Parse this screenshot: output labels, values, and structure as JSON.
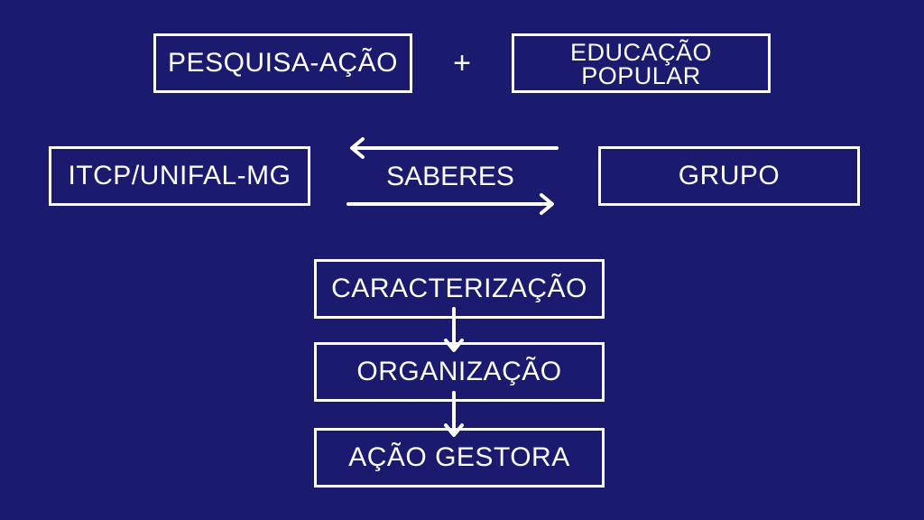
{
  "top_row": {
    "left_box": "PESQUISA-AÇÃO",
    "plus": "+",
    "right_box_line1": "EDUCAÇÃO",
    "right_box_line2": "POPULAR"
  },
  "middle_row": {
    "left_box": "ITCP/UNIFAL-MG",
    "center_label": "SABERES",
    "right_box": "GRUPO"
  },
  "flow": {
    "step1": "CARACTERIZAÇÃO",
    "step2": "ORGANIZAÇÃO",
    "step3": "AÇÃO GESTORA"
  },
  "colors": {
    "background": "#1a1a6e",
    "foreground": "#ffffff"
  }
}
